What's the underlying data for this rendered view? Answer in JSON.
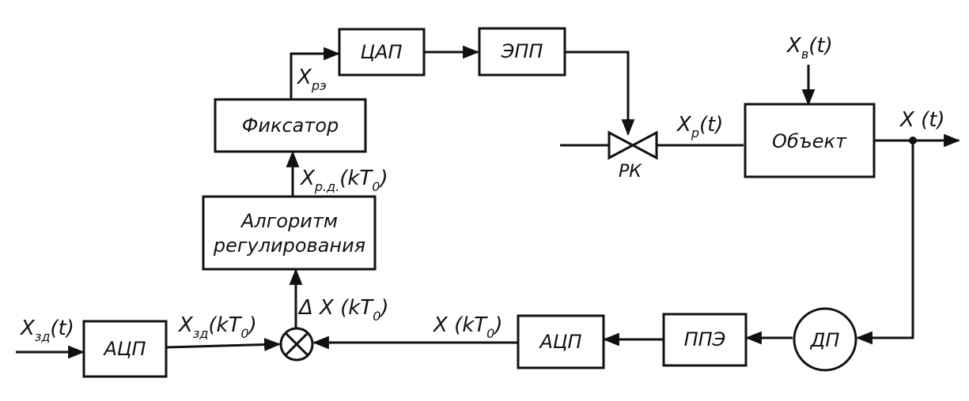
{
  "blocks": {
    "cap": "ЦАП",
    "epp": "ЭПП",
    "fiksator": "Фиксатор",
    "algorithm_line1": "Алгоритм",
    "algorithm_line2": "регулирования",
    "object": "Объект",
    "adc_left": "АЦП",
    "adc_right": "АЦП",
    "ppe": "ППЭ",
    "dp": "ДП"
  },
  "labels": {
    "valve": "РК",
    "x_rz": {
      "main": "X",
      "sub": "рэ"
    },
    "x_rd": {
      "main": "X",
      "sub": "р.д.",
      "arg": "(kT",
      "arg_sub": "0",
      "tail": ")"
    },
    "x_p": {
      "main": "X",
      "sub": "р",
      "arg": "(t)"
    },
    "x_v": {
      "main": "X",
      "sub": "в",
      "arg": "(t)"
    },
    "x_t": "X (t)",
    "delta_x": {
      "main": "Δ X (kT",
      "arg_sub": "0",
      "tail": ")"
    },
    "x_kt": {
      "main": "X (kT",
      "arg_sub": "0",
      "tail": ")"
    },
    "x_zd_t": {
      "main": "X",
      "sub": "зд",
      "arg": "(t)"
    },
    "x_zd_kt": {
      "main": "X",
      "sub": "зд",
      "arg": "(kT",
      "arg_sub": "0",
      "tail": ")"
    }
  }
}
